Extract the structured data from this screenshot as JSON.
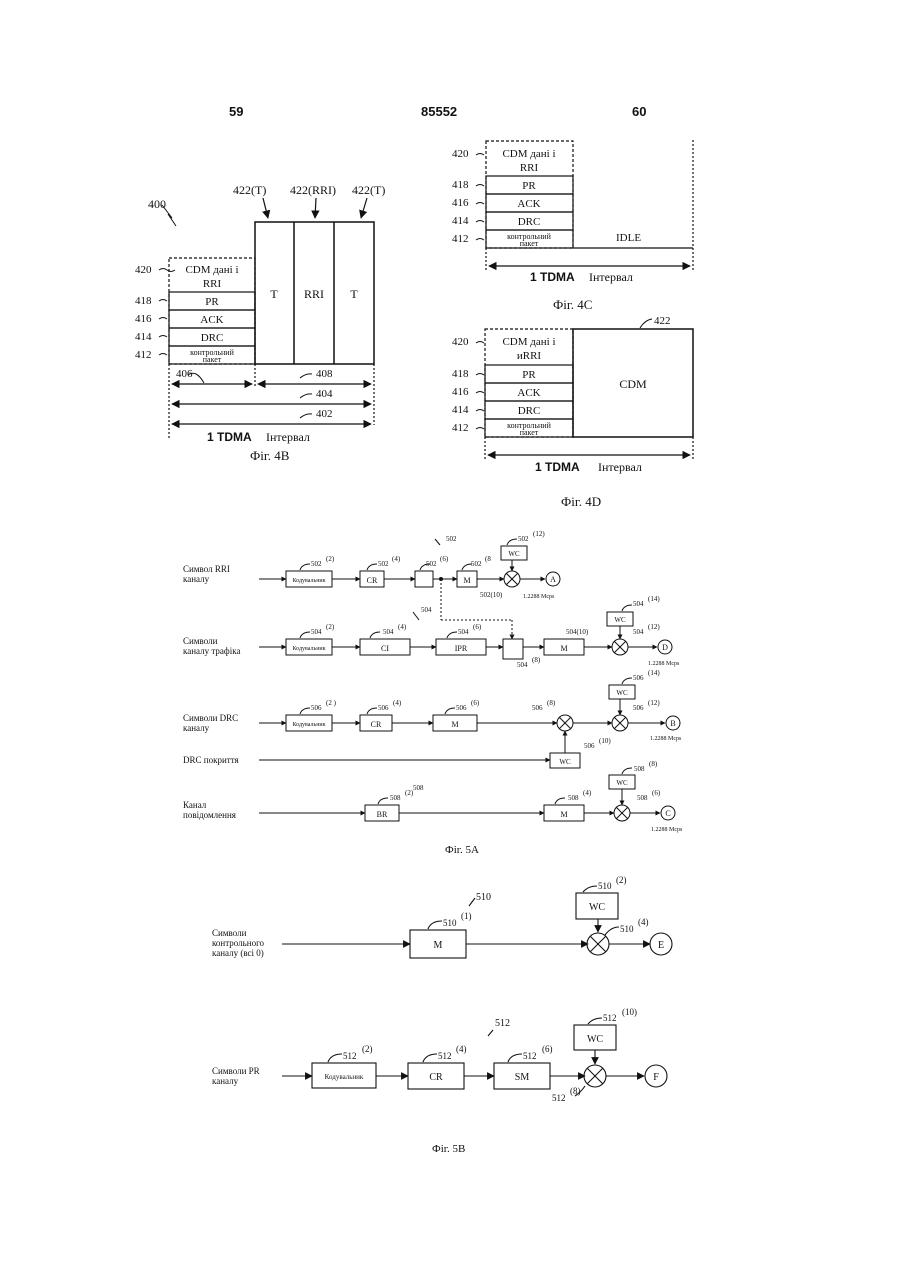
{
  "header": {
    "page_left": "59",
    "patent_number": "85552",
    "page_right": "60"
  },
  "fig4b": {
    "fig_label": "Фіг. 4B",
    "ref_main": "400",
    "ref_t1": "422(T)",
    "ref_rri": "422(RRI)",
    "ref_t2": "422(T)",
    "ref_420": "420",
    "ref_418": "418",
    "ref_416": "416",
    "ref_414": "414",
    "ref_412": "412",
    "cdm_line1": "CDM дані і",
    "cdm_line2": "RRI",
    "pr": "PR",
    "ack": "ACK",
    "drc": "DRC",
    "pilot_line1": "контрольний",
    "pilot_line2": "пакет",
    "t1": "T",
    "rri": "RRI",
    "t2": "T",
    "ref_406": "406",
    "ref_408": "408",
    "ref_404": "404",
    "ref_402": "402",
    "tdma_bold": "1 TDMA",
    "tdma_rest": "Інтервал"
  },
  "fig4c": {
    "fig_label": "Фіг. 4C",
    "ref_420": "420",
    "ref_418": "418",
    "ref_416": "416",
    "ref_414": "414",
    "ref_412": "412",
    "cdm_line1": "CDM дані і",
    "cdm_line2": "RRI",
    "pr": "PR",
    "ack": "ACK",
    "drc": "DRC",
    "pilot_line1": "контрольний",
    "pilot_line2": "пакет",
    "idle": "IDLE",
    "tdma_bold": "1 TDMA",
    "tdma_rest": "Інтервал"
  },
  "fig4d": {
    "fig_label": "Фіг. 4D",
    "ref_422": "422",
    "ref_420": "420",
    "ref_418": "418",
    "ref_416": "416",
    "ref_414": "414",
    "ref_412": "412",
    "cdm_line1": "CDM дані і",
    "cdm_line2": "иRRI",
    "pr": "PR",
    "ack": "ACK",
    "drc": "DRC",
    "pilot_line1": "контрольний",
    "pilot_line2": "пакет",
    "cdm_block": "CDM",
    "tdma_bold": "1 TDMA",
    "tdma_rest": "Інтервал"
  },
  "fig5a": {
    "fig_label": "Фіг. 5A",
    "rri_in1": "Символ RRI",
    "rri_in2": "каналу",
    "traffic_in1": "Символи",
    "traffic_in2": "каналу трафіка",
    "drc_in1": "Символи DRC",
    "drc_in2": "каналу",
    "drc_cover": "DRC покриття",
    "msg_in1": "Канал",
    "msg_in2": "повідомлення",
    "encoder": "Кодувальник",
    "cr": "CR",
    "ci": "CI",
    "ipr": "IPR",
    "m": "M",
    "wc": "WC",
    "br": "BR",
    "rate": "1.2288 Mcps",
    "out_a": "A",
    "out_d": "D",
    "out_b": "B",
    "out_c": "C",
    "r502": "502",
    "r504": "504",
    "r506": "506",
    "r508": "508",
    "r502_2": "502",
    "r502_2s": "(2)",
    "r502_4": "502",
    "r502_4s": "(4)",
    "r502_6": "502",
    "r502_6s": "(6)",
    "r502_8": "502",
    "r502_8s": "(8",
    "r502_10": "502(10)",
    "r502_12": "502",
    "r502_12s": "(12)",
    "r504_2": "504",
    "r504_2s": "(2)",
    "r504_4": "504",
    "r504_4s": "(4)",
    "r504_6": "504",
    "r504_6s": "(6)",
    "r504_8": "504",
    "r504_8s": "(8)",
    "r504_10": "504(10)",
    "r504_12": "504",
    "r504_12s": "(12)",
    "r504_14": "504",
    "r504_14s": "(14)",
    "r506_2": "506",
    "r506_2s": "(2 )",
    "r506_4": "506",
    "r506_4s": "(4)",
    "r506_6": "506",
    "r506_6s": "(6)",
    "r506_8": "506",
    "r506_8s": "(8)",
    "r506_10": "506",
    "r506_10s": "(10)",
    "r506_12": "506",
    "r506_12s": "(12)",
    "r506_14": "506",
    "r506_14s": "(14)",
    "r508_2": "508",
    "r508_2s": "(2)",
    "r508_4": "508",
    "r508_4s": "(4)",
    "r508_6": "508",
    "r508_6s": "(6)",
    "r508_8": "508",
    "r508_8s": "(8)"
  },
  "fig5b": {
    "fig_label": "Фіг. 5B",
    "pilot_in1": "Символи",
    "pilot_in2": "контрольного",
    "pilot_in3": "каналу (всі 0)",
    "pr_in1": "Символи PR",
    "pr_in2": "каналу",
    "encoder": "Кодувальник",
    "m": "M",
    "wc": "WC",
    "cr": "CR",
    "sm": "SM",
    "out_e": "E",
    "out_f": "F",
    "r510": "510",
    "r512": "512",
    "r510_1": "510",
    "r510_1s": "(1)",
    "r510_2": "510",
    "r510_2s": "(2)",
    "r510_4": "510",
    "r510_4s": "(4)",
    "r512_2": "512",
    "r512_2s": "(2)",
    "r512_4": "512",
    "r512_4s": "(4)",
    "r512_6": "512",
    "r512_6s": "(6)",
    "r512_8": "512",
    "r512_8s": "(8)",
    "r512_10": "512",
    "r512_10s": "(10)"
  }
}
